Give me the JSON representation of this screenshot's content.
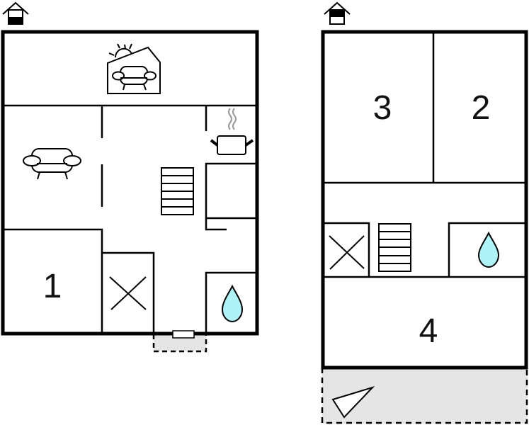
{
  "floors": [
    {
      "name": "ground-floor",
      "level_icon": "house-ground-floor-icon",
      "rooms": [
        {
          "id": "living-sunroom",
          "icon": "conservatory-sofa-icon"
        },
        {
          "id": "living-room",
          "icon": "sofa-icon"
        },
        {
          "id": "kitchen",
          "icon": "cooking-pot-icon"
        },
        {
          "id": "stairs",
          "icon": "stairs-icon"
        },
        {
          "id": "bedroom-1",
          "label": "1"
        },
        {
          "id": "toilet",
          "icon": "wc-cross-icon"
        },
        {
          "id": "bathroom",
          "icon": "water-drop-icon"
        },
        {
          "id": "entrance",
          "icon": "door-step-icon"
        }
      ]
    },
    {
      "name": "first-floor",
      "level_icon": "house-upper-floor-icon",
      "rooms": [
        {
          "id": "bedroom-3",
          "label": "3"
        },
        {
          "id": "bedroom-2",
          "label": "2"
        },
        {
          "id": "toilet",
          "icon": "wc-cross-icon"
        },
        {
          "id": "stairs",
          "icon": "stairs-icon"
        },
        {
          "id": "bathroom",
          "icon": "water-drop-icon"
        },
        {
          "id": "bedroom-4",
          "label": "4"
        },
        {
          "id": "terrace",
          "icon": "terrace-triangle-icon"
        }
      ]
    }
  ],
  "labels": {
    "room1": "1",
    "room2": "2",
    "room3": "3",
    "room4": "4"
  },
  "colors": {
    "wall": "#000000",
    "water": "#aef3f7",
    "outdoor": "#e5e5e5",
    "steam": "#999999"
  }
}
